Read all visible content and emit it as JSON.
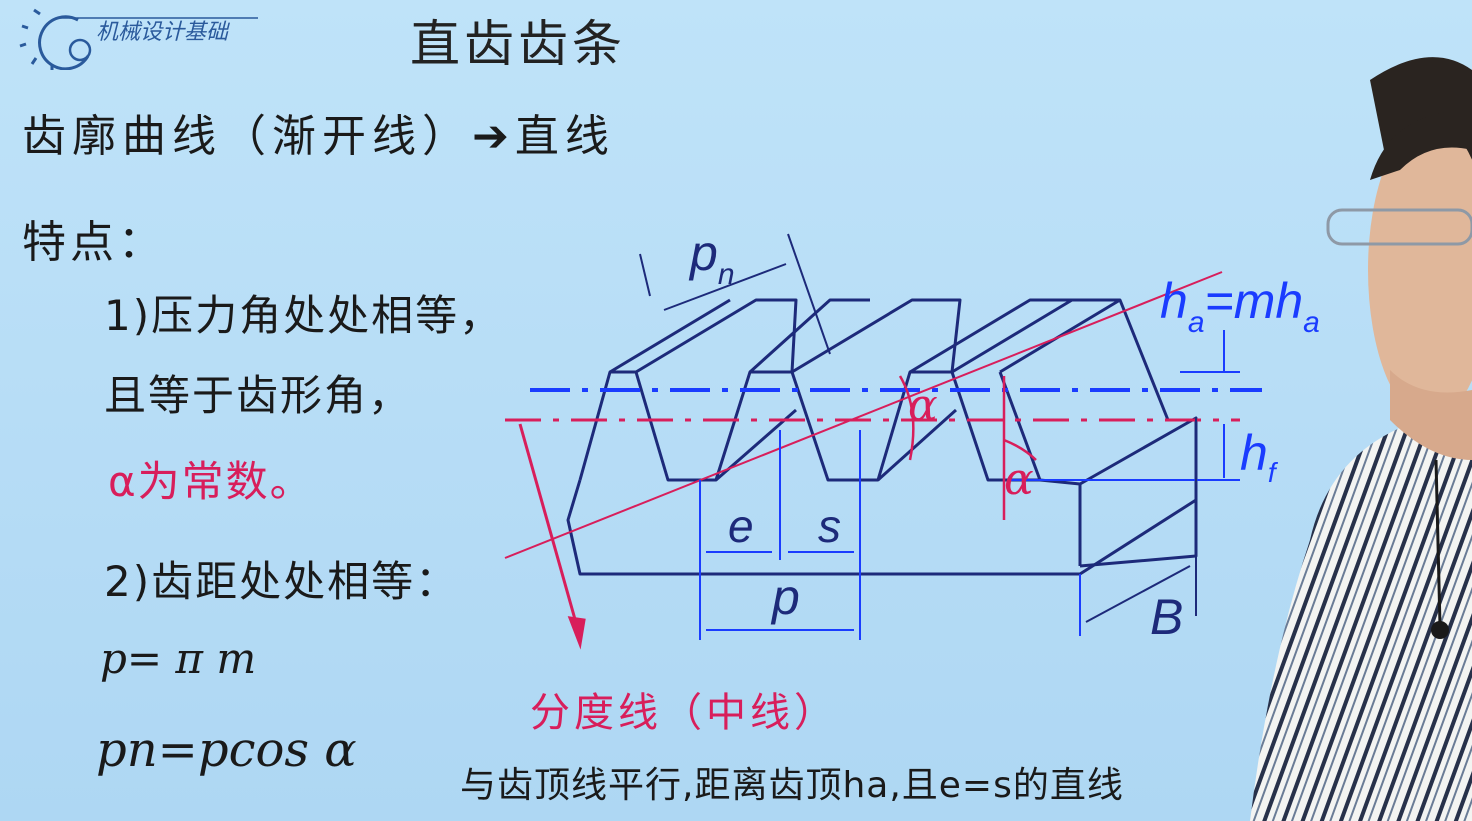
{
  "header": {
    "logo_text": "机械设计基础",
    "title": "直齿齿条"
  },
  "content": {
    "profile_line": "齿廓曲线（渐开线）➔直线",
    "features_heading": "特点：",
    "point1_line1": "1)压力角处处相等，",
    "point1_line2": "且等于齿形角，",
    "point1_line3": "α为常数。",
    "point2_line": "2)齿距处处相等：",
    "formula_pitch": "p= π m",
    "formula_normal_pitch": "pn=pcos α",
    "pitch_line_label": "分度线（中线）",
    "pitch_line_description": "与齿顶线平行,距离齿顶ha,且e=s的直线"
  },
  "diagram_labels": {
    "pn_main": "p",
    "pn_sub": "n",
    "ha_main": "h",
    "ha_sub": "a",
    "ha_eq": "=mh",
    "ha_sub2": "a",
    "hf_main": "h",
    "hf_sub": "f",
    "alpha": "α",
    "e": "e",
    "s": "s",
    "p": "p",
    "b": "B"
  },
  "colors": {
    "background": "#b9dff7",
    "drawing": "#1d2a7a",
    "dimension_blue": "#1a3cff",
    "highlight_red": "#d81e5b"
  }
}
